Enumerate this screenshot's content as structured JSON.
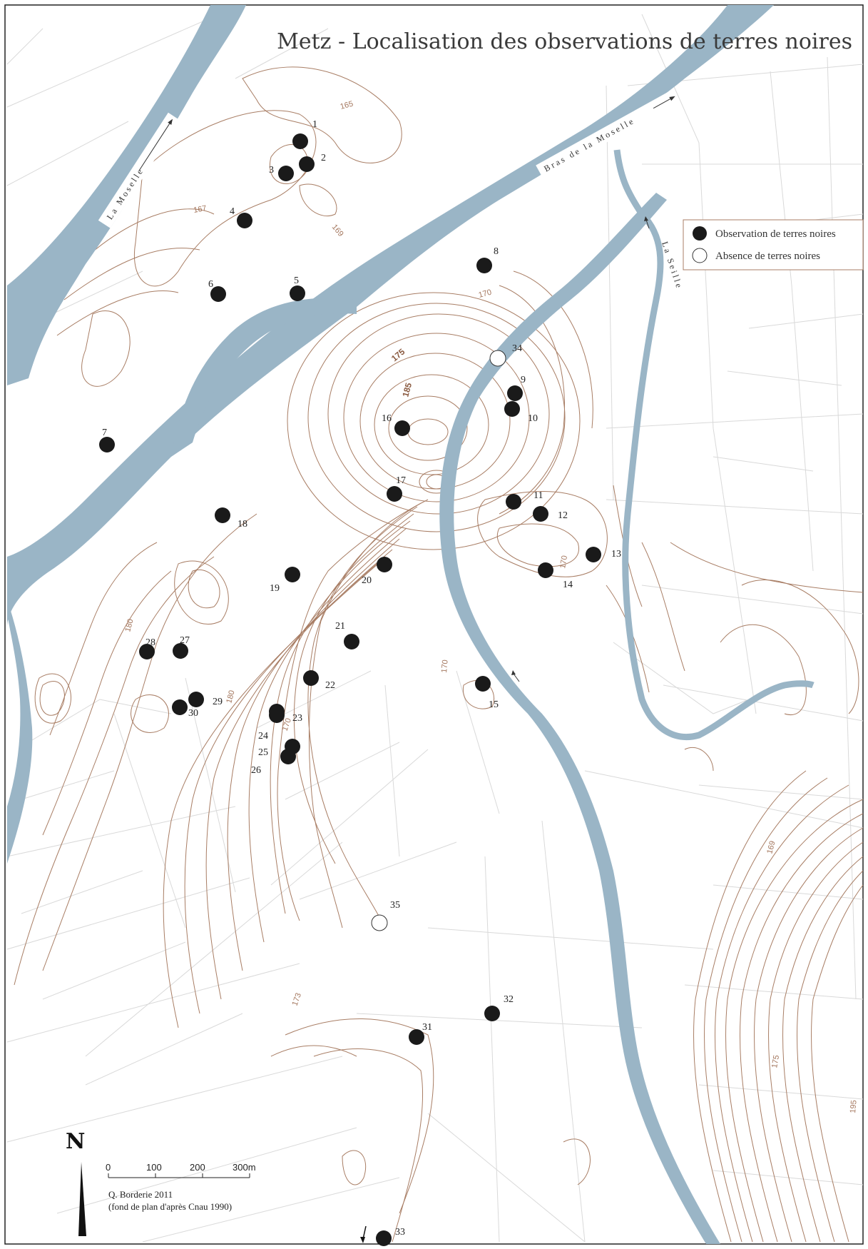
{
  "title": "Metz - Localisation des observations de terres noires",
  "legend": {
    "present_label": "Observation de terres noires",
    "absent_label": "Absence de terres noires"
  },
  "rivers": {
    "moselle": "La Moselle",
    "bras": "Bras de la Moselle",
    "seille": "La Seille"
  },
  "contour_labels": [
    "165",
    "167",
    "169",
    "170",
    "175",
    "185",
    "170",
    "170",
    "180",
    "180",
    "170",
    "173",
    "169",
    "175",
    "195"
  ],
  "scale": {
    "ticks": [
      "0",
      "100",
      "200",
      "300m"
    ]
  },
  "north_label": "N",
  "credit": {
    "line1": "Q. Borderie 2011",
    "line2": "(fond de plan d'après Cnau 1990)"
  },
  "colors": {
    "river": "#9ab5c6",
    "contour": "#a87d64",
    "street": "#d9d9d9",
    "marker": "#1a1a1a"
  },
  "observations": [
    {
      "id": "1",
      "present": true
    },
    {
      "id": "2",
      "present": true
    },
    {
      "id": "3",
      "present": true
    },
    {
      "id": "4",
      "present": true
    },
    {
      "id": "5",
      "present": true
    },
    {
      "id": "6",
      "present": true
    },
    {
      "id": "7",
      "present": true
    },
    {
      "id": "8",
      "present": true
    },
    {
      "id": "9",
      "present": true
    },
    {
      "id": "10",
      "present": true
    },
    {
      "id": "11",
      "present": true
    },
    {
      "id": "12",
      "present": true
    },
    {
      "id": "13",
      "present": true
    },
    {
      "id": "14",
      "present": true
    },
    {
      "id": "15",
      "present": true
    },
    {
      "id": "16",
      "present": true
    },
    {
      "id": "17",
      "present": true
    },
    {
      "id": "18",
      "present": true
    },
    {
      "id": "19",
      "present": true
    },
    {
      "id": "20",
      "present": true
    },
    {
      "id": "21",
      "present": true
    },
    {
      "id": "22",
      "present": true
    },
    {
      "id": "23",
      "present": true
    },
    {
      "id": "24",
      "present": true
    },
    {
      "id": "25",
      "present": true
    },
    {
      "id": "26",
      "present": true
    },
    {
      "id": "27",
      "present": true
    },
    {
      "id": "28",
      "present": true
    },
    {
      "id": "29",
      "present": true
    },
    {
      "id": "30",
      "present": true
    },
    {
      "id": "31",
      "present": true
    },
    {
      "id": "32",
      "present": true
    },
    {
      "id": "33",
      "present": true
    },
    {
      "id": "34",
      "present": false
    },
    {
      "id": "35",
      "present": false
    }
  ]
}
